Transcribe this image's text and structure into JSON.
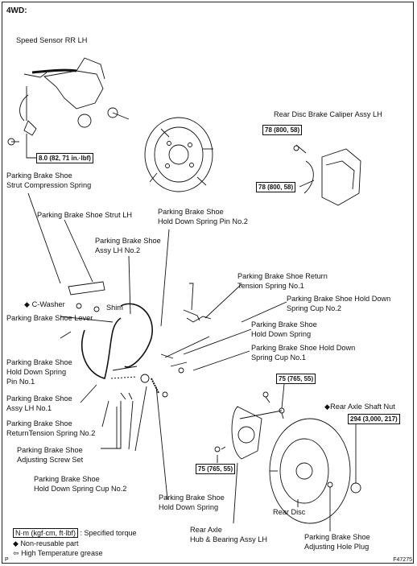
{
  "header": {
    "title": "4WD:"
  },
  "labels": {
    "speed_sensor": "Speed Sensor RR LH",
    "caliper": "Rear Disc Brake Caliper Assy LH",
    "strut_spring_1": "Parking Brake Shoe",
    "strut_spring_2": "Strut Compression Spring",
    "strut": "Parking Brake Shoe Strut LH",
    "pin2_1": "Parking Brake Shoe",
    "pin2_2": "Hold Down Spring Pin No.2",
    "shoe2_1": "Parking Brake Shoe",
    "shoe2_2": "Assy LH No.2",
    "return_spring_1": "Parking Brake Shoe Return",
    "return_spring_2": "Tension Spring No.1",
    "cup2_1": "Parking Brake Shoe Hold Down",
    "cup2_2": "Spring Cup No.2",
    "cwasher": "C-Washer",
    "shim": "Shim",
    "lever": "Parking Brake Shoe Lever",
    "holddown_spring_1": "Parking Brake Shoe",
    "holddown_spring_2": "Hold Down Spring",
    "cup1_1": "Parking Brake Shoe Hold Down",
    "cup1_2": "Spring Cup No.1",
    "pin1_1": "Parking Brake Shoe",
    "pin1_2": "Hold Down Spring",
    "pin1_3": "Pin No.1",
    "axle_nut": "Rear Axle Shaft Nut",
    "shoe1_1": "Parking Brake Shoe",
    "shoe1_2": "Assy LH No.1",
    "return_spring2_1": "Parking Brake Shoe",
    "return_spring2_2": "ReturnTension Spring No.2",
    "adjuster_1": "Parking Brake Shoe",
    "adjuster_2": "Adjusting Screw Set",
    "cup2b_1": "Parking Brake Shoe",
    "cup2b_2": "Hold Down Spring Cup No.2",
    "holddown_spring_b_1": "Parking Brake Shoe",
    "holddown_spring_b_2": "Hold Down Spring",
    "rear_disc": "Rear Disc",
    "hub_1": "Rear Axle",
    "hub_2": "Hub & Bearing Assy LH",
    "plug_1": "Parking Brake Shoe",
    "plug_2": "Adjusting Hole Plug"
  },
  "torques": {
    "sensor": "8.0 (82, 71 in.·lbf)",
    "caliper_upper": "78 (800, 58)",
    "caliper_lower": "78 (800, 58)",
    "hub_upper": "75 (765, 55)",
    "hub_lower": "75 (765, 55)",
    "axle_nut": "294 (3,000, 217)"
  },
  "legend": {
    "torque_box": "N·m (kgf·cm, ft·lbf)",
    "torque_text": ": Specified torque",
    "nonreusable_symbol": "◆",
    "nonreusable_text": "Non-reusable part",
    "grease_symbol": "⇦",
    "grease_text": "High Temperature grease"
  },
  "symbols": {
    "nonreusable": "◆"
  },
  "footer": {
    "figure_code": "F47275",
    "page_mark": "P"
  }
}
